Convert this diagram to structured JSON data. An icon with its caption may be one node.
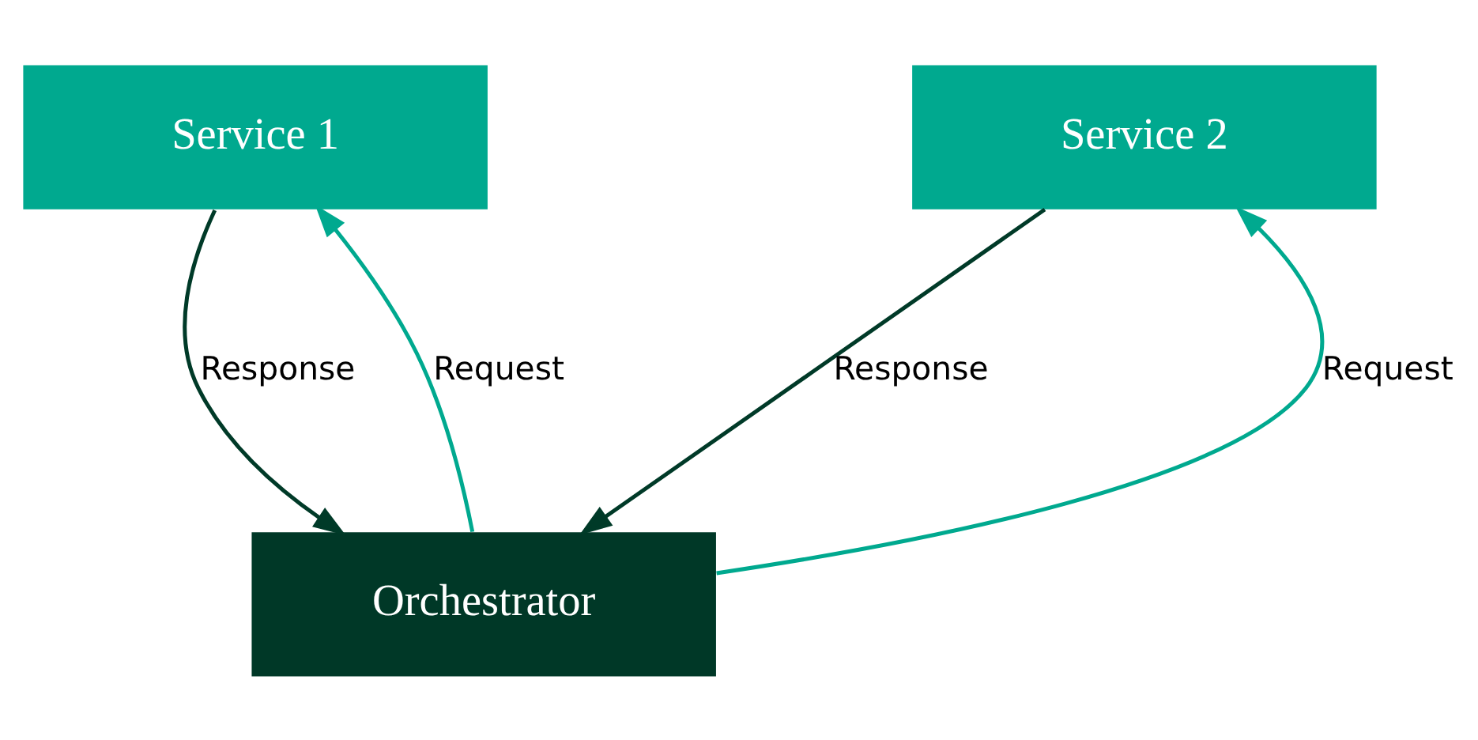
{
  "diagram": {
    "nodes": [
      {
        "text": [
          "Service 1"
        ]
      },
      {
        "text": [
          "Service 2"
        ]
      },
      {
        "text": [
          "Orchestrator"
        ]
      }
    ],
    "edges": [
      {
        "from": 0,
        "to": 2,
        "arrow": "to",
        "label": "Response",
        "color": "#003a28"
      },
      {
        "from": 2,
        "to": 0,
        "arrow": "to",
        "label": "Request",
        "color": "#00a98f"
      },
      {
        "from": 2,
        "to": 1,
        "arrow": "to",
        "label": "Request",
        "color": "#00a98f"
      },
      {
        "from": 1,
        "to": 2,
        "arrow": "to",
        "label": "Response",
        "color": "#003a28"
      }
    ]
  }
}
